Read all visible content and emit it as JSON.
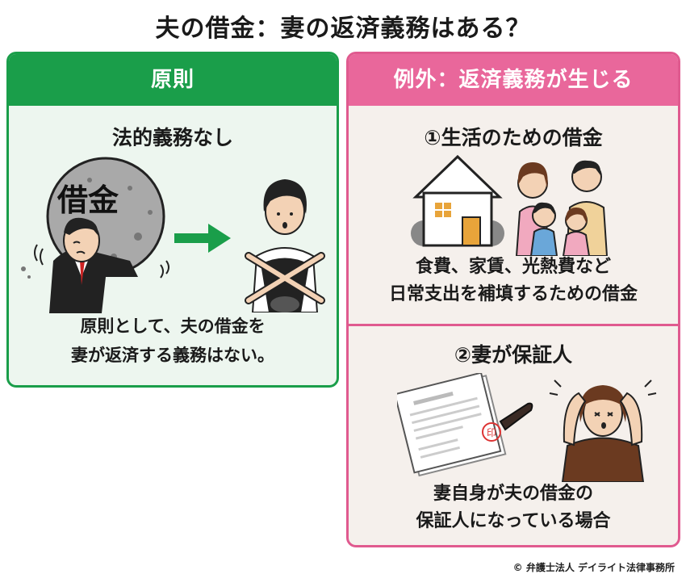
{
  "title": "夫の借金：妻の返済義務はある？",
  "left_panel": {
    "header": "原則",
    "heading": "法的義務なし",
    "burden_label": "借金",
    "body_lines": [
      "原則として、夫の借金を",
      "妻が返済する義務はない。"
    ]
  },
  "right_panel": {
    "header": "例外：返済義務が生じる",
    "section1": {
      "heading": "①生活のための借金",
      "body_lines": [
        "食費、家賃、光熱費など",
        "日常支出を補填するための借金"
      ]
    },
    "section2": {
      "heading": "②妻が保証人",
      "stamp_char": "印",
      "body_lines": [
        "妻自身が夫の借金の",
        "保証人になっている場合"
      ]
    }
  },
  "copyright": "© 弁護士法人 デイライト法律事務所",
  "colors": {
    "green": "#1a9e4a",
    "pink": "#e9679b",
    "left_bg": "#edf6ef",
    "right_bg": "#f5f0ec"
  }
}
